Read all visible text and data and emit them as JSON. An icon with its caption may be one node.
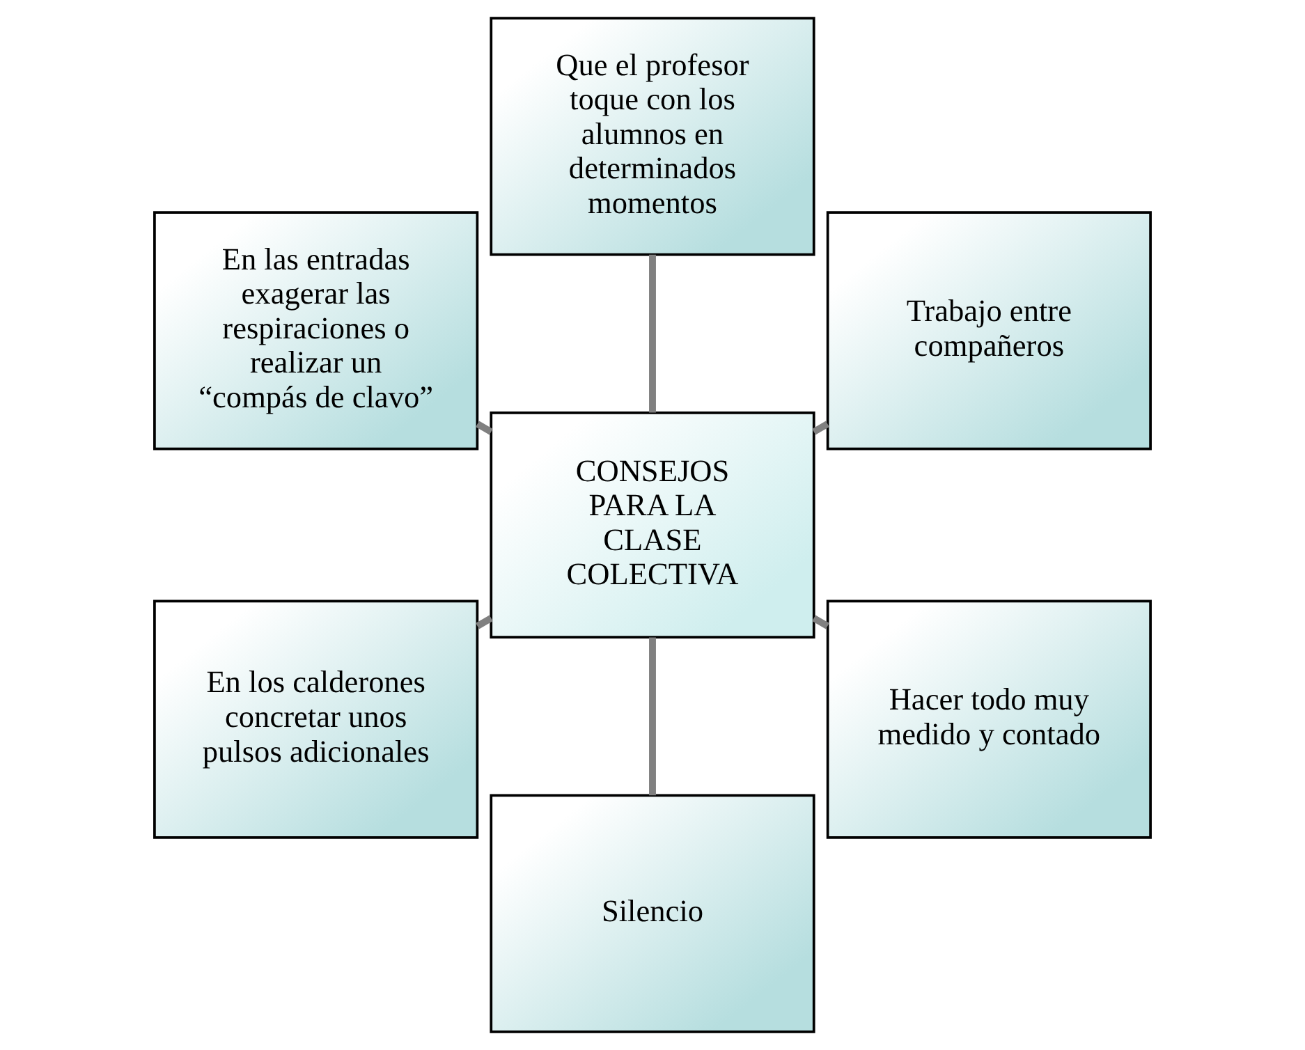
{
  "diagram": {
    "nodes": [
      {
        "text": [
          "Trabajo entre compañeros"
        ]
      },
      {
        "text": [
          "Que el profesor toque con los alumnos en determinados momentos"
        ]
      },
      {
        "text": [
          "En las entradas exagerar las respiraciones o realizar un “compás de clavo”"
        ]
      },
      {
        "text": [
          "CONSEJOS PARA LA CLASE COLECTIVA"
        ]
      },
      {
        "text": [
          "En los calderones concretar unos pulsos adicionales"
        ]
      },
      {
        "text": [
          "Silencio"
        ]
      },
      {
        "text": [
          "Hacer todo muy medido y contado"
        ]
      }
    ],
    "edges": [
      {
        "from": 3,
        "to": 0,
        "arrow": "none"
      },
      {
        "from": 3,
        "to": 1,
        "arrow": "none"
      },
      {
        "from": 3,
        "to": 2,
        "arrow": "none"
      },
      {
        "from": 3,
        "to": 4,
        "arrow": "none"
      },
      {
        "from": 3,
        "to": 5,
        "arrow": "none"
      },
      {
        "from": 3,
        "to": 6,
        "arrow": "none"
      }
    ]
  }
}
